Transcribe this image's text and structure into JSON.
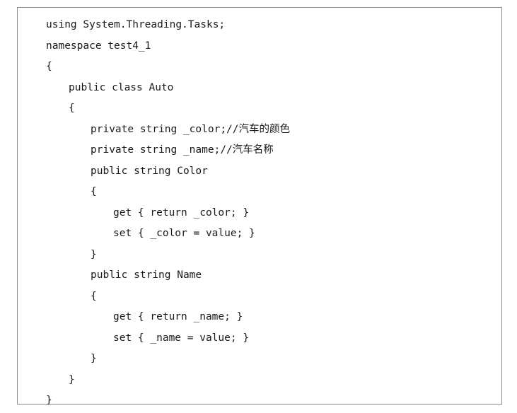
{
  "code": {
    "lines": [
      "using System.Threading.Tasks;",
      "namespace test4_1",
      "{",
      "public class Auto",
      "{",
      "private string _color;//汽车的颜色",
      "private string _name;//汽车名称",
      "public string Color",
      "{",
      "get { return _color; }",
      "set { _color = value; }",
      "}",
      "public string Name",
      "{",
      "get { return _name; }",
      "set { _name = value; }",
      "}",
      "}",
      "}"
    ]
  }
}
